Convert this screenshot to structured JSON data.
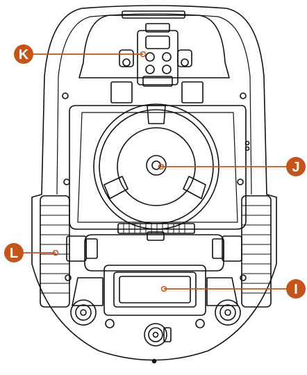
{
  "colors": {
    "accent": "#C4541A",
    "line": "#111111",
    "background": "#ffffff"
  },
  "callouts": {
    "k": {
      "label": "K"
    },
    "j": {
      "label": "J"
    },
    "l": {
      "label": "L"
    },
    "i": {
      "label": "I"
    }
  }
}
